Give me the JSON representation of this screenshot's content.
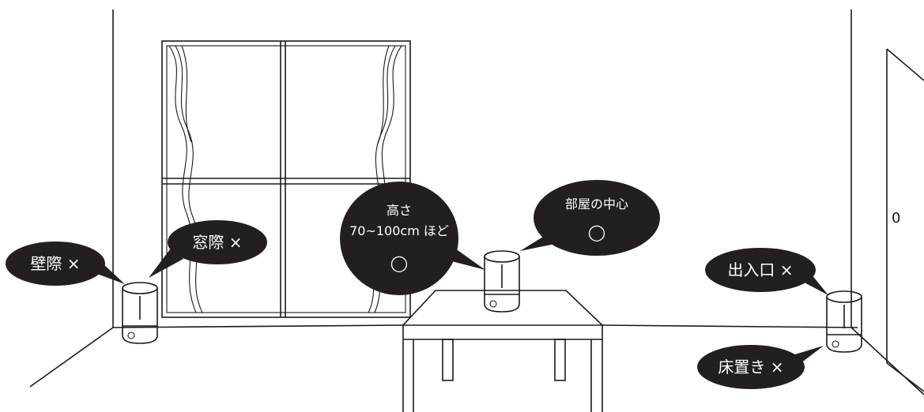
{
  "labels": {
    "wall_side": "壁際 ×",
    "window_side": "窓際 ×",
    "height_line1": "高さ",
    "height_line2": "70~100cm ほど",
    "height_mark": "◯",
    "room_center": "部屋の中心",
    "room_center_mark": "◯",
    "entrance": "出入口 ×",
    "floor": "床置き ×"
  },
  "door_mark": "0",
  "colors": {
    "bubble": "#231f1f",
    "line": "#1a1a1a",
    "background": "#ffffff"
  }
}
